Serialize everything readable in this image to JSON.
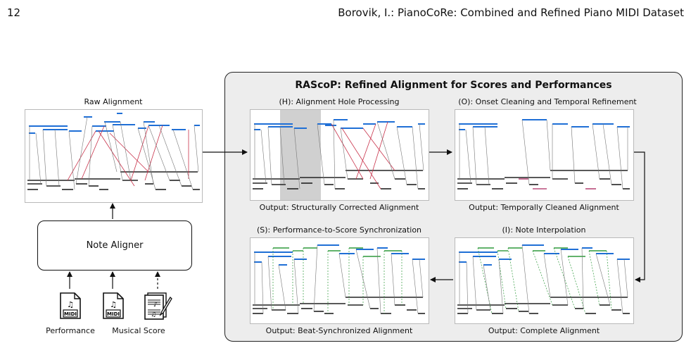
{
  "header": {
    "page_number": "12",
    "running_title": "Borovik, I.: PianoCoRe: Combined and Refined Piano MIDI Dataset"
  },
  "raw_alignment": {
    "title": "Raw Alignment"
  },
  "note_aligner": {
    "label": "Note Aligner"
  },
  "inputs": {
    "performance": {
      "label": "Performance",
      "badge": "MIDI"
    },
    "musical_score": {
      "label": "Musical Score",
      "badge": "MIDI"
    }
  },
  "rascop": {
    "title": "RAScoP: Refined Alignment for Scores and Performances",
    "stages": {
      "h": {
        "title": "(H): Alignment Hole Processing",
        "output": "Output: Structurally Corrected Alignment"
      },
      "o": {
        "title": "(O): Onset Cleaning and Temporal Refinement",
        "output": "Output: Temporally Cleaned Alignment"
      },
      "i": {
        "title": "(I): Note Interpolation",
        "output": "Output: Complete Alignment"
      },
      "s": {
        "title": "(S): Performance-to-Score Synchronization",
        "output": "Output: Beat-Synchronized Alignment"
      }
    }
  },
  "colors": {
    "performance_notes": "#1f6fd6",
    "score_notes": "#222222",
    "misaligned_link": "#c8324a",
    "interpolated_link": "#2f9a3c",
    "hole_region": "#d0d0d0"
  }
}
